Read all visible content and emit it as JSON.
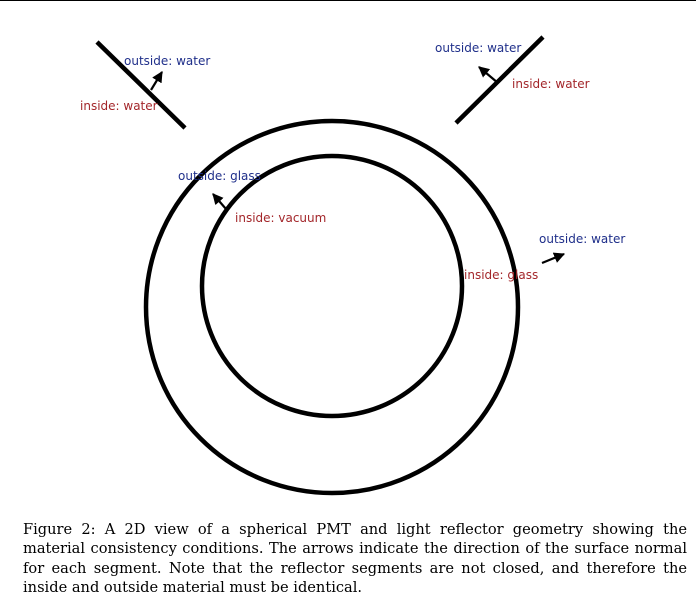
{
  "colors": {
    "outside": "#1f2f8a",
    "inside": "#a3262a",
    "line": "#000000"
  },
  "diagram": {
    "labels": {
      "topleft_outside": "outside: water",
      "topleft_inside": "inside: water",
      "topright_outside": "outside: water",
      "topright_inside": "inside: water",
      "inner_outside": "outside: glass",
      "inner_inside": "inside: vacuum",
      "outer_outside": "outside: water",
      "outer_inside": "inside: glass"
    }
  },
  "caption": {
    "text": "Figure 2: A 2D view of a spherical PMT and light reflector geometry showing the material consistency conditions. The arrows indicate the direction of the surface normal for each segment. Note that the reflector segments are not closed, and therefore the inside and outside material must be identical."
  }
}
